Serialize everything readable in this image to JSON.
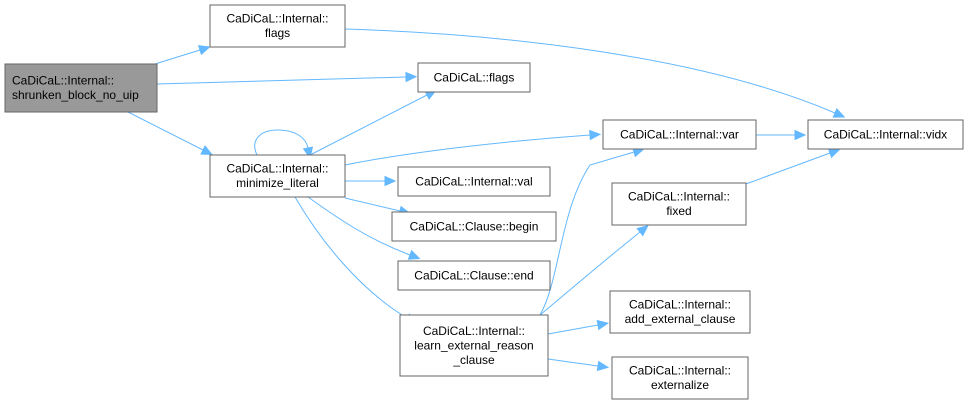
{
  "title": "CaDiCaL::Internal::shrunken_block_no_uip call graph",
  "colors": {
    "edge": "#63b8ff",
    "root_fill": "#999999",
    "node_border": "#666666"
  },
  "nodes": [
    {
      "id": "root",
      "lines": [
        "CaDiCaL::Internal::",
        "shrunken_block_no_uip"
      ],
      "root": true,
      "align": "start"
    },
    {
      "id": "internal_flags",
      "lines": [
        "CaDiCaL::Internal::",
        "flags"
      ]
    },
    {
      "id": "flags",
      "lines": [
        "CaDiCaL::flags"
      ]
    },
    {
      "id": "minimize_literal",
      "lines": [
        "CaDiCaL::Internal::",
        "minimize_literal"
      ]
    },
    {
      "id": "var",
      "lines": [
        "CaDiCaL::Internal::var"
      ]
    },
    {
      "id": "vidx",
      "lines": [
        "CaDiCaL::Internal::vidx"
      ]
    },
    {
      "id": "val",
      "lines": [
        "CaDiCaL::Internal::val"
      ]
    },
    {
      "id": "begin",
      "lines": [
        "CaDiCaL::Clause::begin"
      ]
    },
    {
      "id": "end",
      "lines": [
        "CaDiCaL::Clause::end"
      ]
    },
    {
      "id": "fixed",
      "lines": [
        "CaDiCaL::Internal::",
        "fixed"
      ]
    },
    {
      "id": "learn",
      "lines": [
        "CaDiCaL::Internal::",
        "learn_external_reason",
        "_clause"
      ]
    },
    {
      "id": "add_ext",
      "lines": [
        "CaDiCaL::Internal::",
        "add_external_clause"
      ]
    },
    {
      "id": "externalize",
      "lines": [
        "CaDiCaL::Internal::",
        "externalize"
      ]
    }
  ],
  "edges": [
    {
      "from": "root",
      "to": "internal_flags"
    },
    {
      "from": "root",
      "to": "flags"
    },
    {
      "from": "root",
      "to": "minimize_literal"
    },
    {
      "from": "internal_flags",
      "to": "vidx"
    },
    {
      "from": "minimize_literal",
      "to": "minimize_literal"
    },
    {
      "from": "minimize_literal",
      "to": "flags"
    },
    {
      "from": "minimize_literal",
      "to": "var"
    },
    {
      "from": "minimize_literal",
      "to": "val"
    },
    {
      "from": "minimize_literal",
      "to": "begin"
    },
    {
      "from": "minimize_literal",
      "to": "end"
    },
    {
      "from": "minimize_literal",
      "to": "learn"
    },
    {
      "from": "var",
      "to": "vidx"
    },
    {
      "from": "fixed",
      "to": "vidx"
    },
    {
      "from": "learn",
      "to": "var"
    },
    {
      "from": "learn",
      "to": "fixed"
    },
    {
      "from": "learn",
      "to": "add_ext"
    },
    {
      "from": "learn",
      "to": "externalize"
    }
  ]
}
